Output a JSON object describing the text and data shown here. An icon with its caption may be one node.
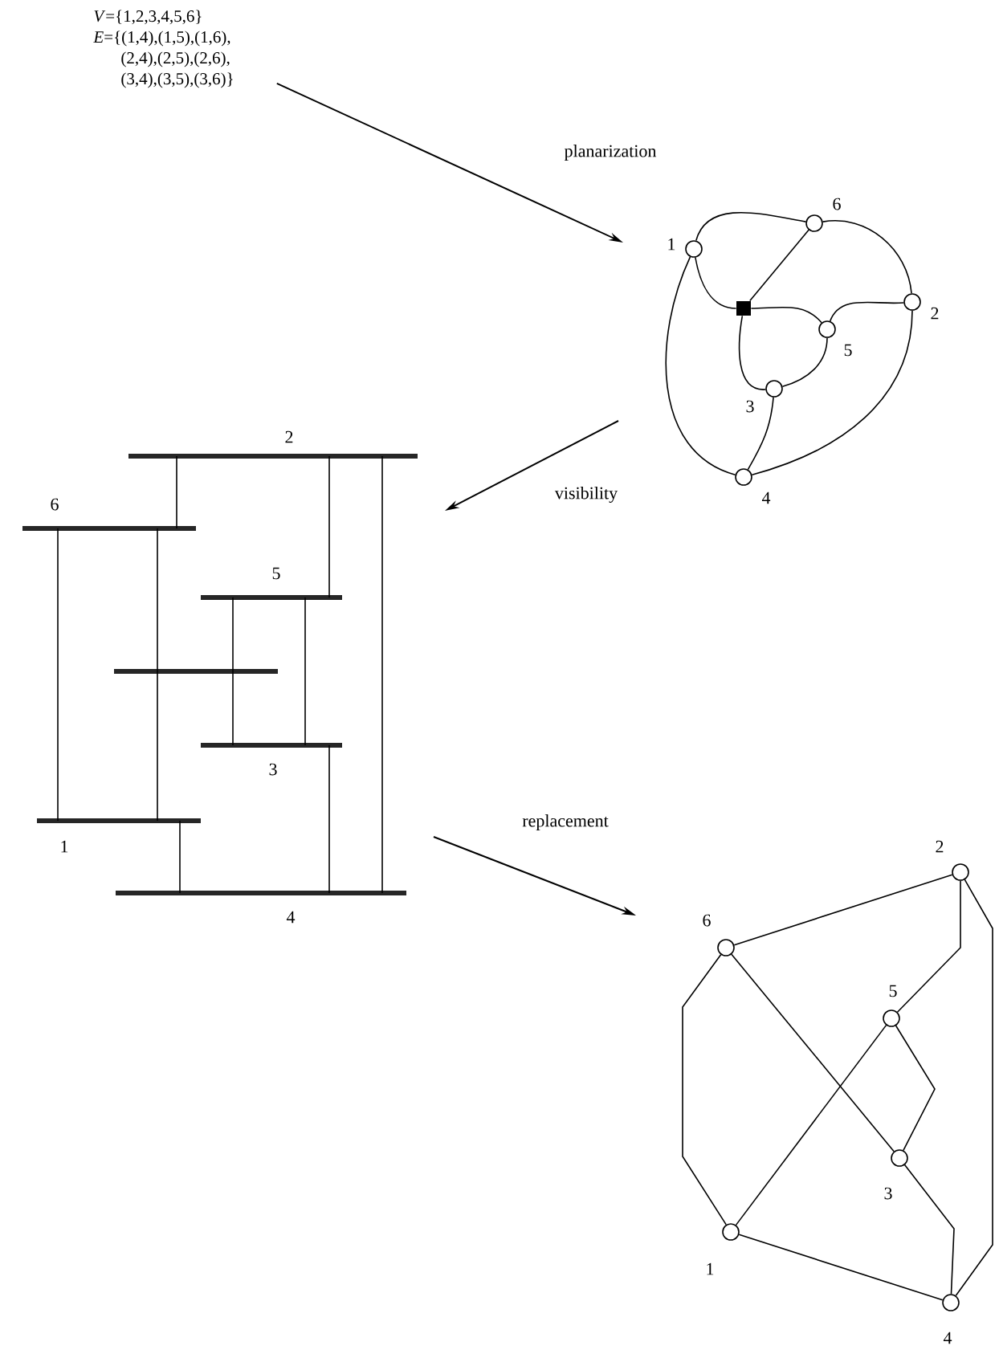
{
  "diagram": {
    "nodes": [
      {
        "text": [
          "*V*={1,2,3,4,5,6}",
          "*E*={(1,4),(1,5),(1,6), (2,4),(2,5),(2,6), (3,4),(3,5),(3,6)}"
        ]
      },
      {
        "text": [],
        "shape": "circle",
        "beside": [
          "6"
        ]
      },
      {
        "text": [],
        "shape": "circle",
        "beside": [
          "1"
        ]
      },
      {
        "text": [],
        "shape": "circle",
        "beside": [
          "2"
        ]
      },
      {
        "text": [],
        "shape": "box"
      },
      {
        "text": [],
        "shape": "circle",
        "beside": [
          "5"
        ]
      },
      {
        "text": [],
        "shape": "circle",
        "beside": [
          "3"
        ]
      },
      {
        "text": [],
        "shape": "circle",
        "beside": [
          "4"
        ]
      },
      {
        "text": [],
        "shape": "bar",
        "beside": [
          "2"
        ]
      },
      {
        "text": [],
        "shape": "bar",
        "beside": [
          "6"
        ]
      },
      {
        "text": [],
        "shape": "bar",
        "beside": [
          "5"
        ]
      },
      {
        "text": [],
        "shape": "bar"
      },
      {
        "text": [],
        "shape": "bar",
        "beside": [
          "3"
        ]
      },
      {
        "text": [],
        "shape": "bar",
        "beside": [
          "1"
        ]
      },
      {
        "text": [],
        "shape": "bar",
        "beside": [
          "4"
        ]
      },
      {
        "text": [],
        "shape": "circle",
        "beside": [
          "2"
        ]
      },
      {
        "text": [],
        "shape": "circle",
        "beside": [
          "6"
        ]
      },
      {
        "text": [],
        "shape": "circle",
        "beside": [
          "5"
        ]
      },
      {
        "text": [],
        "shape": "circle",
        "beside": [
          "3"
        ]
      },
      {
        "text": [],
        "shape": "circle",
        "beside": [
          "1"
        ]
      },
      {
        "text": [],
        "shape": "circle",
        "beside": [
          "4"
        ]
      }
    ],
    "edges": [
      {
        "from": 0,
        "to": null,
        "arrow": "to",
        "label": "planarization"
      },
      {
        "from": 2,
        "to": 1,
        "arrow": "none"
      },
      {
        "from": 1,
        "to": 3,
        "arrow": "none"
      },
      {
        "from": 2,
        "to": 4,
        "arrow": "none"
      },
      {
        "from": 4,
        "to": 1,
        "arrow": "none"
      },
      {
        "from": 4,
        "to": 5,
        "arrow": "none"
      },
      {
        "from": 5,
        "to": 3,
        "arrow": "none"
      },
      {
        "from": 4,
        "to": 6,
        "arrow": "none"
      },
      {
        "from": 5,
        "to": 6,
        "arrow": "none"
      },
      {
        "from": 6,
        "to": 7,
        "arrow": "none"
      },
      {
        "from": 2,
        "to": 7,
        "arrow": "none"
      },
      {
        "from": 3,
        "to": 7,
        "arrow": "none"
      },
      {
        "from": 8,
        "to": 9,
        "arrow": "none"
      },
      {
        "from": 8,
        "to": 10,
        "arrow": "none"
      },
      {
        "from": 8,
        "to": 14,
        "arrow": "none"
      },
      {
        "from": 9,
        "to": 13,
        "arrow": "none"
      },
      {
        "from": 9,
        "to": 11,
        "arrow": "none"
      },
      {
        "from": 11,
        "to": 13,
        "arrow": "none"
      },
      {
        "from": 10,
        "to": 11,
        "arrow": "none"
      },
      {
        "from": 11,
        "to": 12,
        "arrow": "none"
      },
      {
        "from": 10,
        "to": 12,
        "arrow": "none"
      },
      {
        "from": 13,
        "to": 14,
        "arrow": "none"
      },
      {
        "from": 12,
        "to": 14,
        "arrow": "none"
      },
      {
        "from": 16,
        "to": 15,
        "arrow": "none"
      },
      {
        "from": 15,
        "to": 17,
        "arrow": "none"
      },
      {
        "from": 15,
        "to": 20,
        "arrow": "none"
      },
      {
        "from": 16,
        "to": 19,
        "arrow": "none"
      },
      {
        "from": 16,
        "to": 18,
        "arrow": "none"
      },
      {
        "from": 19,
        "to": 17,
        "arrow": "none"
      },
      {
        "from": 17,
        "to": 18,
        "arrow": "none"
      },
      {
        "from": 18,
        "to": 20,
        "arrow": "none"
      },
      {
        "from": 19,
        "to": 20,
        "arrow": "none"
      }
    ],
    "labels": [
      "visibility",
      "replacement"
    ]
  }
}
